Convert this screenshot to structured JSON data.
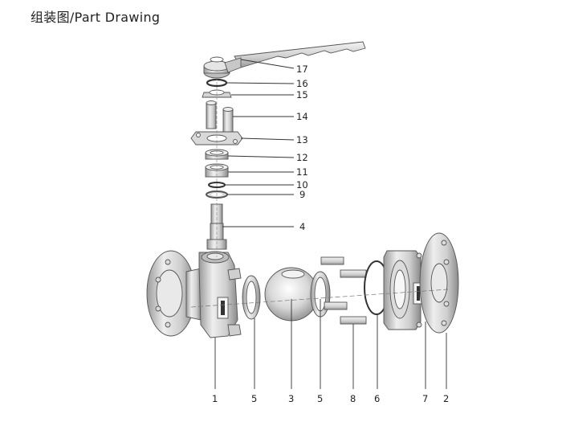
{
  "title": "组装图/Part Drawing",
  "callouts_right": [
    "17",
    "16",
    "15",
    "14",
    "13",
    "12",
    "11",
    "10",
    "9",
    "4"
  ],
  "callouts_bottom": [
    "1",
    "5",
    "3",
    "5",
    "8",
    "6",
    "7",
    "2"
  ],
  "colors": {
    "metal_light": "#e6e6e6",
    "metal_mid": "#c8c8c8",
    "metal_dark": "#8c8c8c",
    "outline": "#555555",
    "leader": "#333333"
  }
}
